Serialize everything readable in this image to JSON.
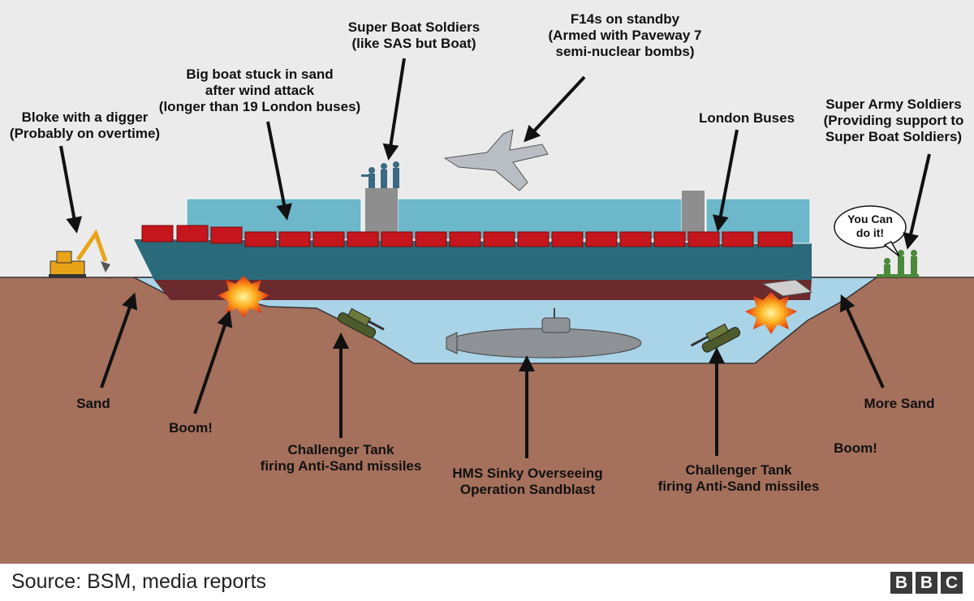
{
  "labels": {
    "digger": [
      "Bloke with a digger",
      "(Probably on overtime)"
    ],
    "boat": [
      "Big boat stuck in sand",
      "after wind attack",
      "(longer than 19 London buses)"
    ],
    "boat_soldiers": [
      "Super Boat Soldiers",
      "(like SAS but Boat)"
    ],
    "f14": [
      "F14s on standby",
      "(Armed with Paveway 7",
      "semi-nuclear bombs)"
    ],
    "buses": [
      "London Buses"
    ],
    "army": [
      "Super Army Soldiers",
      "(Providing support to",
      "Super Boat Soldiers)"
    ],
    "speech": [
      "You Can",
      "do it!"
    ],
    "sand": [
      "Sand"
    ],
    "boom_left": [
      "Boom!"
    ],
    "tank_left": [
      "Challenger Tank",
      "firing Anti-Sand missiles"
    ],
    "sub": [
      "HMS Sinky Overseeing",
      "Operation Sandblast"
    ],
    "tank_right": [
      "Challenger Tank",
      "firing Anti-Sand missiles"
    ],
    "more_sand": [
      "More Sand"
    ],
    "boom_right": [
      "Boom!"
    ]
  },
  "footer": {
    "source": "Source: BSM, media reports",
    "logo": [
      "B",
      "B",
      "C"
    ]
  },
  "colors": {
    "sky": "#ebebeb",
    "sand": "#a5705c",
    "water": "#a9d3e6",
    "hull": "#2b6a7a",
    "hull_lower": "#6b2a2d",
    "containers": "#6cb7c9",
    "bus": "#c4161c",
    "army": "#4a8a3a",
    "soldiers_blue": "#3b6a83"
  }
}
